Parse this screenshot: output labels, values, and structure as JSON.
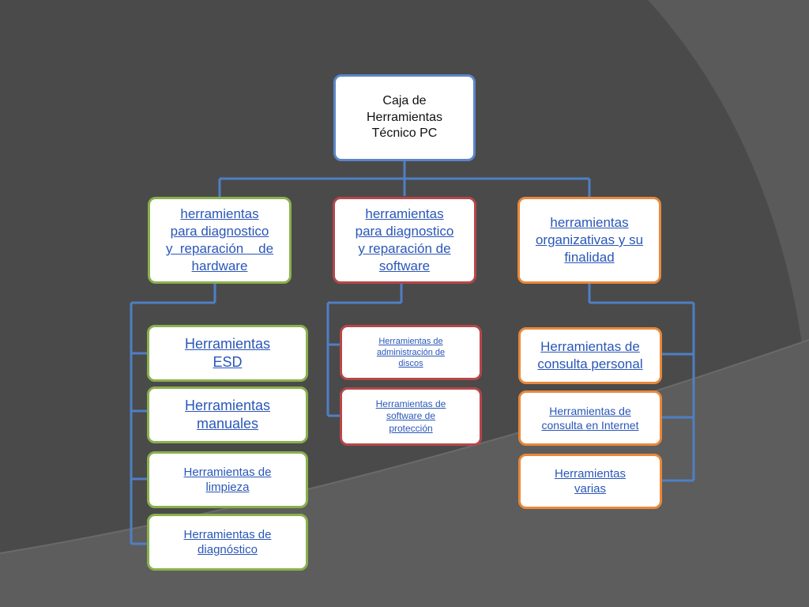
{
  "root": {
    "lines": [
      "Caja de",
      "Herramientas",
      "Técnico PC"
    ]
  },
  "categories": {
    "hardware": {
      "lines": [
        "herramientas",
        "para diagnostico",
        "y  reparación    de",
        "hardware"
      ]
    },
    "software": {
      "lines": [
        "herramientas",
        "para diagnostico",
        "y reparación de",
        "software"
      ]
    },
    "organizativas": {
      "lines": [
        "herramientas",
        "organizativas y su",
        "finalidad"
      ]
    }
  },
  "hardware_items": [
    {
      "lines": [
        "Herramientas",
        "ESD"
      ]
    },
    {
      "lines": [
        "Herramientas",
        "manuales"
      ]
    },
    {
      "lines": [
        "Herramientas de",
        "limpieza"
      ]
    },
    {
      "lines": [
        "Herramientas de",
        "diagnóstico"
      ]
    }
  ],
  "software_items": [
    {
      "lines": [
        "Herramientas de",
        "administración de",
        "discos"
      ]
    },
    {
      "lines": [
        "Herramientas de",
        "software de",
        "protección"
      ]
    }
  ],
  "organizativas_items": [
    {
      "lines": [
        "Herramientas de",
        "consulta personal"
      ]
    },
    {
      "lines": [
        "Herramientas de",
        "consulta en Internet"
      ]
    },
    {
      "lines": [
        "Herramientas",
        "varias"
      ]
    }
  ],
  "colors": {
    "background": "#4a4a4a",
    "connector": "#4f7fc4",
    "root_border": "#5b86c9",
    "hardware_border": "#8ab04d",
    "software_border": "#b5474a",
    "organizativas_border": "#e8893c",
    "link_text": "#2a57b8"
  }
}
